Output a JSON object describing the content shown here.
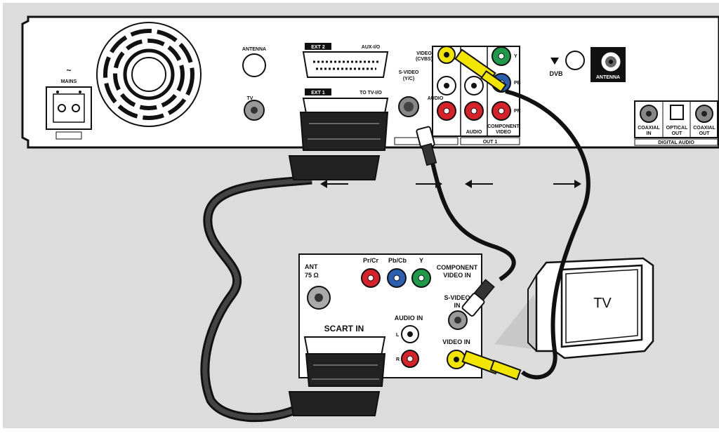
{
  "recorder": {
    "mains": "MAINS",
    "mains_symbol": "~",
    "antenna_in": "ANTENNA",
    "tv_out": "TV",
    "ext2": "EXT 2",
    "aux_io": "AUX-I/O",
    "ext1": "EXT 1",
    "to_tv_io": "TO TV-I/O",
    "svideo": "S-VIDEO",
    "svideo_sub": "(Y/C)",
    "video": "VIDEO",
    "video_sub": "(CVBS)",
    "audio_small": "AUDIO",
    "audio": "AUDIO",
    "component_1": "COMPONENT",
    "component_2": "VIDEO",
    "comp_y": "Y",
    "comp_pb": "PB",
    "comp_pr": "PR",
    "out1": "OUT 1",
    "dvb": "DVB",
    "dvb_antenna": "ANTENNA",
    "coaxial_in_1": "COAXIAL",
    "coaxial_in_2": "IN",
    "optical_out_1": "OPTICAL",
    "optical_out_2": "OUT",
    "coaxial_out_1": "COAXIAL",
    "coaxial_out_2": "OUT",
    "digital_audio": "DIGITAL AUDIO"
  },
  "tv_panel": {
    "ant": "ANT",
    "ant_ohm": "75 Ω",
    "pr": "Pr/Cr",
    "pb": "Pb/Cb",
    "y": "Y",
    "component_1": "COMPONENT",
    "component_2": "VIDEO IN",
    "svideo_1": "S-VIDEO",
    "svideo_2": "IN",
    "audio_in": "AUDIO IN",
    "l": "L",
    "r": "R",
    "scart_in": "SCART IN",
    "video_in": "VIDEO IN"
  },
  "tv": {
    "label": "TV"
  },
  "colors": {
    "yellow": "#f2e600",
    "red": "#d8222a",
    "green": "#1f9a4a",
    "blue": "#2c5fb0",
    "white": "#ffffff",
    "panel_bg": "#dcdcdc"
  }
}
